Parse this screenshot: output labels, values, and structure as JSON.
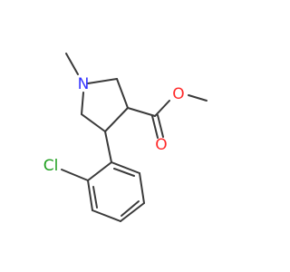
{
  "molecule": {
    "atoms": {
      "nitrogen": {
        "label": "N",
        "color": "#3333ff"
      },
      "carbonyl_oxygen": {
        "label": "O",
        "color": "#ff2a2a"
      },
      "ester_oxygen": {
        "label": "O",
        "color": "#ff2a2a"
      },
      "chlorine": {
        "label": "Cl",
        "color": "#21a021"
      }
    },
    "bond_color": "#3a3a3a"
  }
}
